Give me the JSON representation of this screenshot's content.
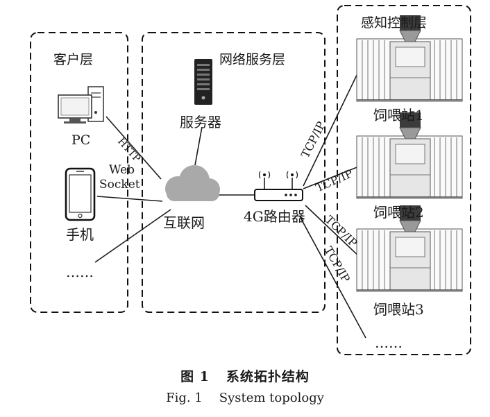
{
  "layers": {
    "client": "客户层",
    "service": "网络服务层",
    "perception": "感知控制层"
  },
  "nodes": {
    "pc": "PC",
    "phone": "手机",
    "client_more": "……",
    "server": "服务器",
    "internet": "互联网",
    "router": "4G路由器",
    "station1": "饲喂站1",
    "station2": "饲喂站2",
    "station3": "饲喂站3",
    "station_more": "……"
  },
  "links": {
    "http": "HTTP",
    "websocket_line1": "Web",
    "websocket_line2": "Socket",
    "tcp1": "TCP/IP",
    "tcp2": "TCP/IP",
    "tcp3": "TCP/IP",
    "tcp4": "TCP/IP"
  },
  "caption": {
    "cn_num": "图 1",
    "cn_title": "系统拓扑结构",
    "en_num": "Fig. 1",
    "en_title": "System topology"
  }
}
